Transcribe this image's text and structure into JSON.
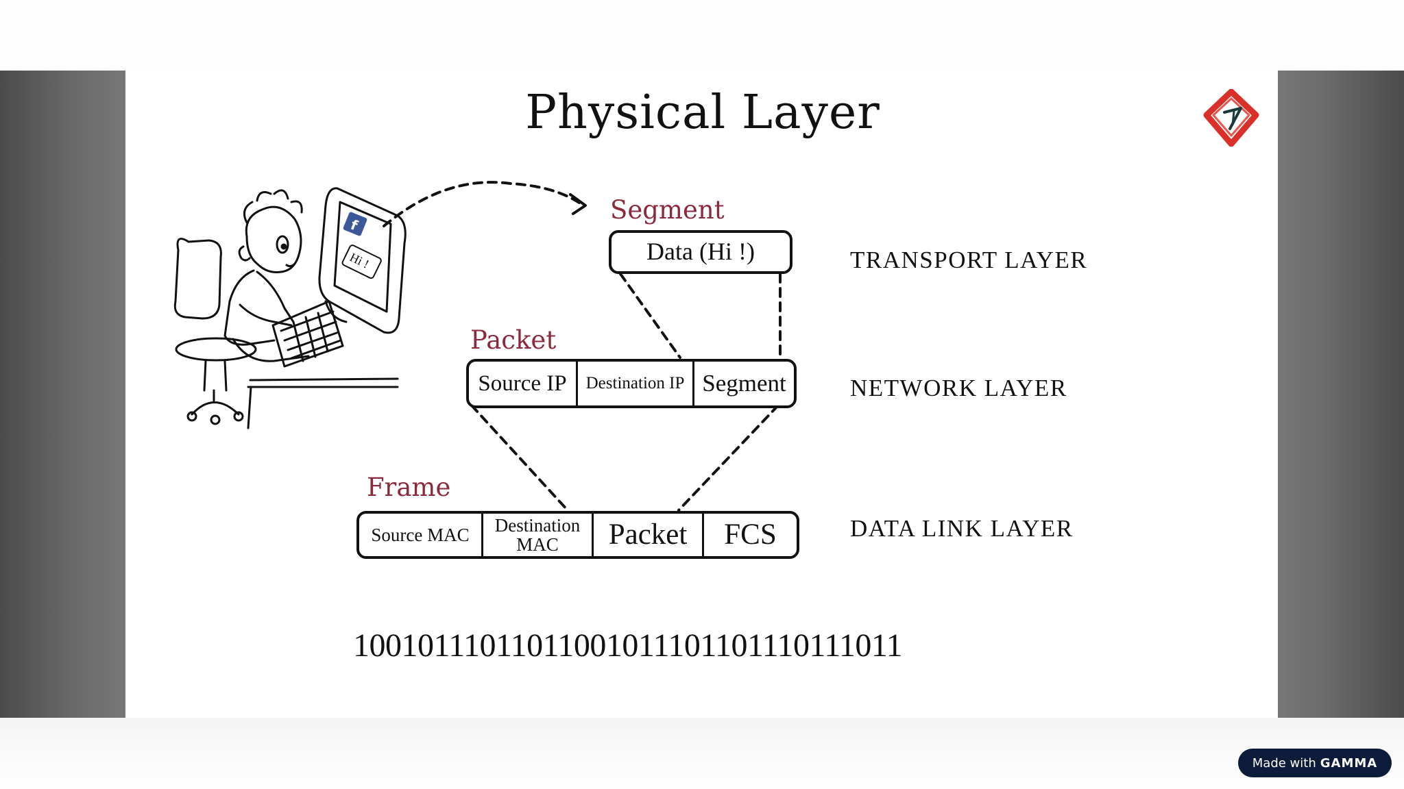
{
  "slide": {
    "title": "Physical Layer"
  },
  "illustration": {
    "screen_text": "Hi !",
    "app_icon": "facebook-icon"
  },
  "segment": {
    "label": "Segment",
    "data_cell": "Data (Hi !)",
    "layer": "TRANSPORT LAYER"
  },
  "packet": {
    "label": "Packet",
    "cells": [
      "Source IP",
      "Destination IP",
      "Segment"
    ],
    "layer": "NETWORK LAYER"
  },
  "frame": {
    "label": "Frame",
    "cells": [
      "Source MAC",
      "Destination MAC",
      "Packet",
      "FCS"
    ],
    "layer": "DATA LINK LAYER"
  },
  "bits": "10010111011011001011101101110111011",
  "badge": {
    "prefix": "Made with",
    "brand": "GAMMA"
  },
  "colors": {
    "label_red": "#8c2a3c",
    "badge_bg": "#0b1b39",
    "logo_red": "#d9312a"
  }
}
